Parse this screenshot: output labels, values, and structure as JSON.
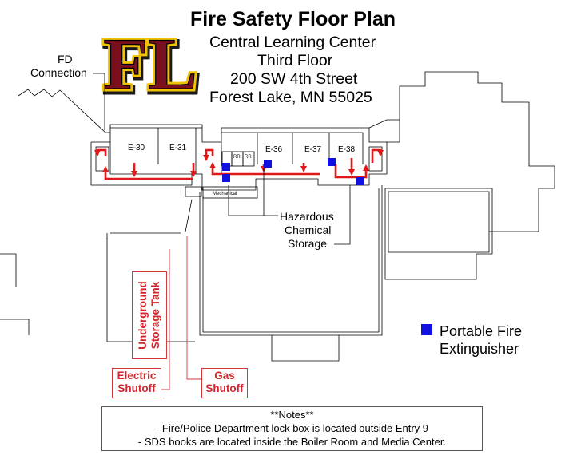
{
  "title": "Fire Safety Floor Plan",
  "logo_text": "FL",
  "address": {
    "building": "Central Learning Center",
    "floor": "Third Floor",
    "street": "200 SW 4th Street",
    "city": "Forest Lake, MN  55025"
  },
  "labels": {
    "fd_connection_1": "FD",
    "fd_connection_2": "Connection",
    "hazardous_1": "Hazardous",
    "hazardous_2": "Chemical",
    "hazardous_3": "Storage",
    "underground_tank_1": "Underground",
    "underground_tank_2": "Storage Tank",
    "electric_1": "Electric",
    "electric_2": "Shutoff",
    "gas_1": "Gas",
    "gas_2": "Shutoff",
    "mechanical": "Mechanical",
    "rr": "RR"
  },
  "rooms": [
    "E-30",
    "E-31",
    "E-36",
    "E-37",
    "E-38"
  ],
  "legend": {
    "line1": "Portable Fire",
    "line2": "Extinguisher",
    "color": "#1010e0"
  },
  "notes": {
    "heading": "**Notes**",
    "line1": "- Fire/Police Department lock box is located outside Entry 9",
    "line2": "- SDS books are located inside the Boiler Room and Media Center."
  },
  "colors": {
    "route": "#e01818",
    "logo_maroon": "#7a0f1e",
    "logo_gold": "#f2c200",
    "extinguisher": "#1010e0"
  }
}
